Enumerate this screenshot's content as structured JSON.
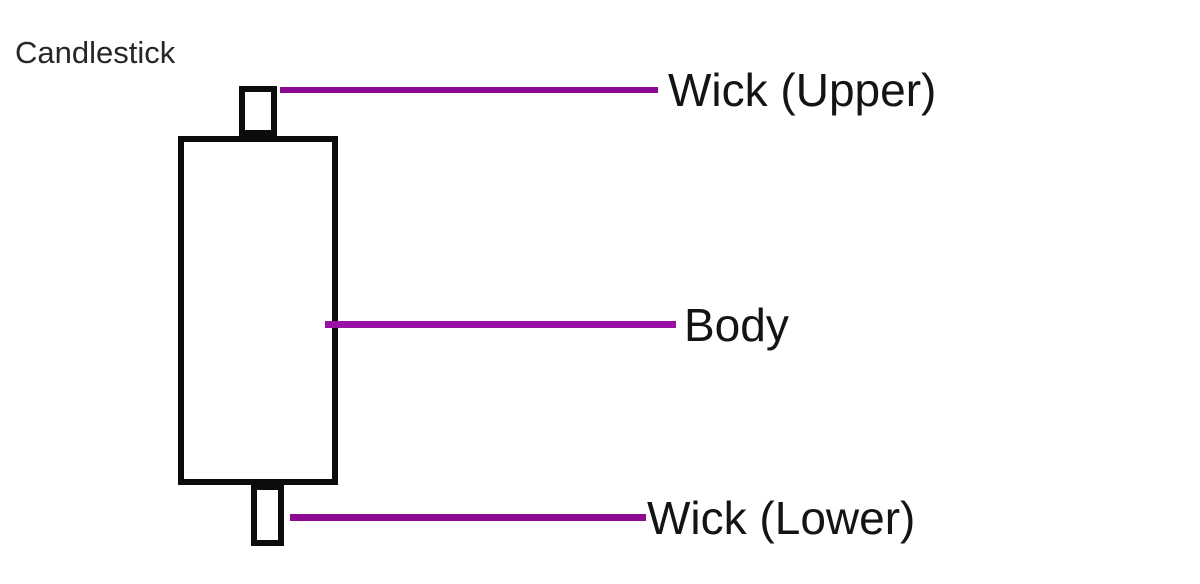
{
  "title": "Candlestick",
  "diagram": {
    "labels": {
      "upper_wick": "Wick (Upper)",
      "body": "Body",
      "lower_wick": "Wick (Lower)"
    },
    "colors": {
      "outline": "#0c0c0c",
      "shape_fill": "#ffffff",
      "upper_line": "#8b0990",
      "body_line": "#9a10a2",
      "lower_line": "#8d0a93",
      "title_text": "#272727",
      "label_text": "#141414",
      "background": "#ffffff"
    }
  }
}
